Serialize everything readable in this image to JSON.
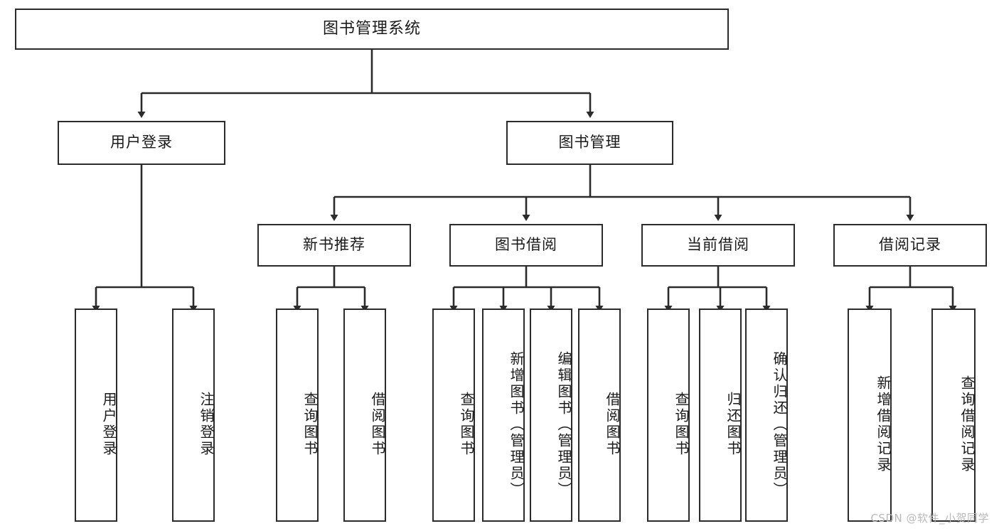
{
  "diagram": {
    "title": "图书管理系统",
    "type": "function-structure-tree",
    "levels": 4
  },
  "nodes": {
    "root": {
      "label": "图书管理系统"
    },
    "level2": [
      {
        "id": "user-login",
        "label": "用户登录"
      },
      {
        "id": "book-manage",
        "label": "图书管理"
      }
    ],
    "level3": [
      {
        "id": "new-book-recommend",
        "label": "新书推荐"
      },
      {
        "id": "book-borrow",
        "label": "图书借阅"
      },
      {
        "id": "current-borrow",
        "label": "当前借阅"
      },
      {
        "id": "borrow-record",
        "label": "借阅记录"
      }
    ],
    "leaves": [
      {
        "id": "leaf-user-login",
        "label": "用户登录",
        "parent": "user-login"
      },
      {
        "id": "leaf-logout-login",
        "label": "注销登录",
        "parent": "user-login"
      },
      {
        "id": "leaf-query-book-1",
        "label": "查询图书",
        "parent": "new-book-recommend"
      },
      {
        "id": "leaf-borrow-book-1",
        "label": "借阅图书",
        "parent": "new-book-recommend"
      },
      {
        "id": "leaf-query-book-2",
        "label": "查询图书",
        "parent": "book-borrow"
      },
      {
        "id": "leaf-add-book",
        "label": "新增图书（管理员）",
        "parent": "book-borrow"
      },
      {
        "id": "leaf-edit-book",
        "label": "编辑图书（管理员）",
        "parent": "book-borrow"
      },
      {
        "id": "leaf-borrow-book-2",
        "label": "借阅图书",
        "parent": "book-borrow"
      },
      {
        "id": "leaf-query-book-3",
        "label": "查询图书",
        "parent": "current-borrow"
      },
      {
        "id": "leaf-return-book",
        "label": "归还图书",
        "parent": "current-borrow"
      },
      {
        "id": "leaf-confirm-return",
        "label": "确认归还（管理员）",
        "parent": "current-borrow"
      },
      {
        "id": "leaf-add-record",
        "label": "新增借阅记录",
        "parent": "borrow-record"
      },
      {
        "id": "leaf-query-record",
        "label": "查询借阅记录",
        "parent": "borrow-record"
      }
    ]
  },
  "watermark": {
    "text": "CSDN @软件_小贺同学"
  },
  "colors": {
    "stroke": "#2b2b2b",
    "fill": "#ffffff",
    "text": "#1a1a1a",
    "watermark": "#b9b9b9"
  }
}
